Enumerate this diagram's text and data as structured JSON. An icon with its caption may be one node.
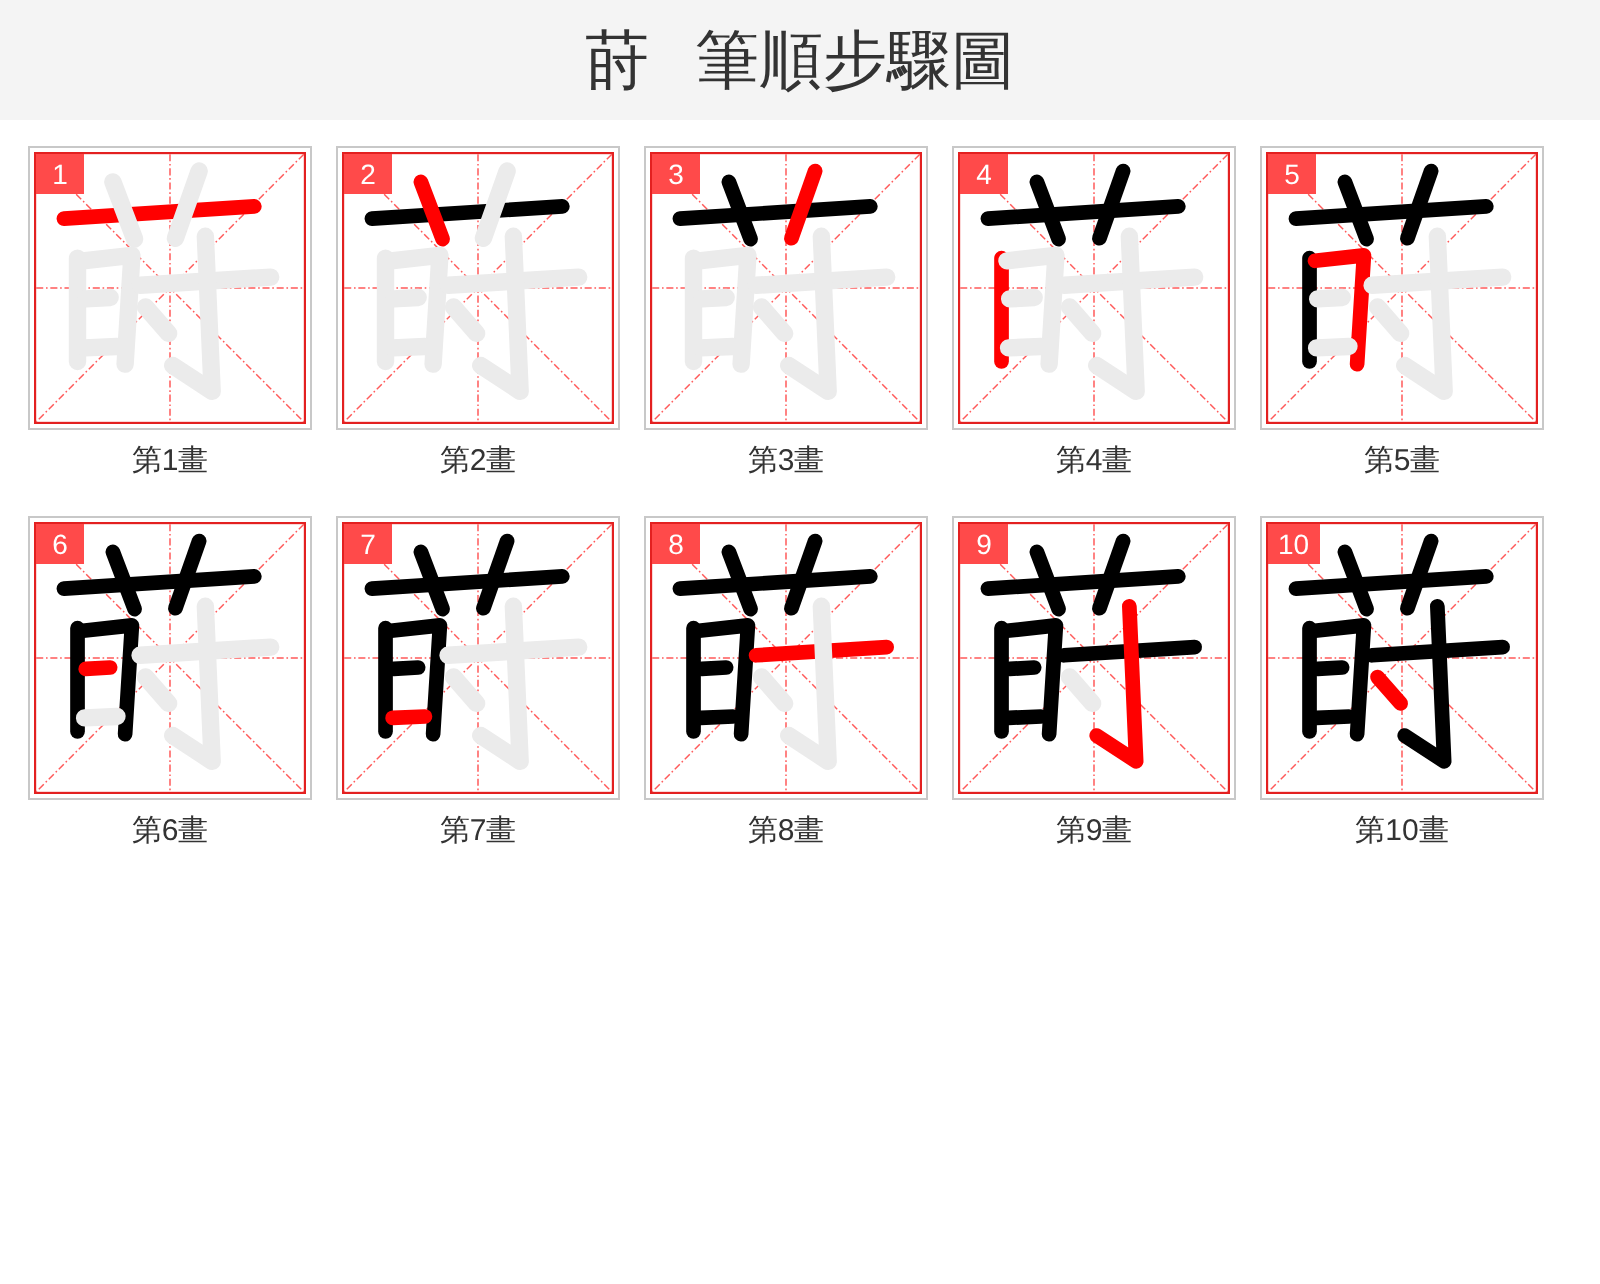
{
  "diagram": {
    "title": "莳 筆順步驟圖",
    "nodes": [
      {
        "text": [
          "1"
        ],
        "beside": [
          "第1畫"
        ]
      },
      {
        "text": [
          "2"
        ],
        "beside": [
          "第2畫"
        ]
      },
      {
        "text": [
          "3"
        ],
        "beside": [
          "第3畫"
        ]
      },
      {
        "text": [
          "4"
        ],
        "beside": [
          "第4畫"
        ]
      },
      {
        "text": [
          "5"
        ],
        "beside": [
          "第5畫"
        ]
      },
      {
        "text": [
          "6"
        ],
        "beside": [
          "第6畫"
        ]
      },
      {
        "text": [
          "7"
        ],
        "beside": [
          "第7畫"
        ]
      },
      {
        "text": [
          "8"
        ],
        "beside": [
          "第8畫"
        ]
      },
      {
        "text": [
          "9"
        ],
        "beside": [
          "第9畫"
        ]
      },
      {
        "text": [
          "10"
        ],
        "beside": [
          "第10畫"
        ]
      }
    ]
  }
}
